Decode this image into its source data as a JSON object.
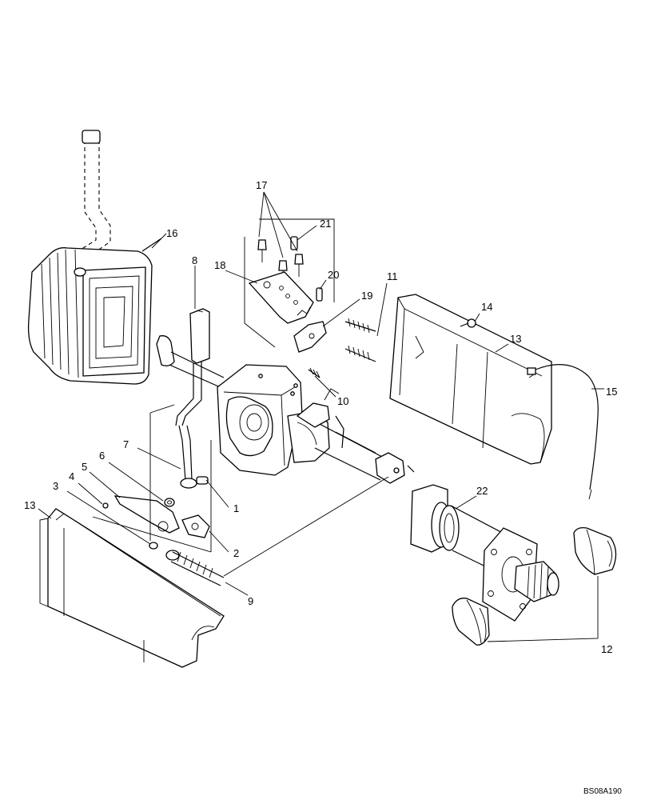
{
  "callouts": [
    {
      "id": "c1",
      "text": "1"
    },
    {
      "id": "c2",
      "text": "2"
    },
    {
      "id": "c3",
      "text": "3"
    },
    {
      "id": "c4",
      "text": "4"
    },
    {
      "id": "c5",
      "text": "5"
    },
    {
      "id": "c6",
      "text": "6"
    },
    {
      "id": "c7",
      "text": "7"
    },
    {
      "id": "c8",
      "text": "8"
    },
    {
      "id": "c9",
      "text": "9"
    },
    {
      "id": "c10",
      "text": "10"
    },
    {
      "id": "c11",
      "text": "11"
    },
    {
      "id": "c12",
      "text": "12"
    },
    {
      "id": "c13a",
      "text": "13"
    },
    {
      "id": "c13b",
      "text": "13"
    },
    {
      "id": "c14",
      "text": "14"
    },
    {
      "id": "c15",
      "text": "15"
    },
    {
      "id": "c16",
      "text": "16"
    },
    {
      "id": "c17",
      "text": "17"
    },
    {
      "id": "c18",
      "text": "18"
    },
    {
      "id": "c19",
      "text": "19"
    },
    {
      "id": "c20",
      "text": "20"
    },
    {
      "id": "c21",
      "text": "21"
    },
    {
      "id": "c22",
      "text": "22"
    }
  ],
  "figure_code": "BS08A190"
}
